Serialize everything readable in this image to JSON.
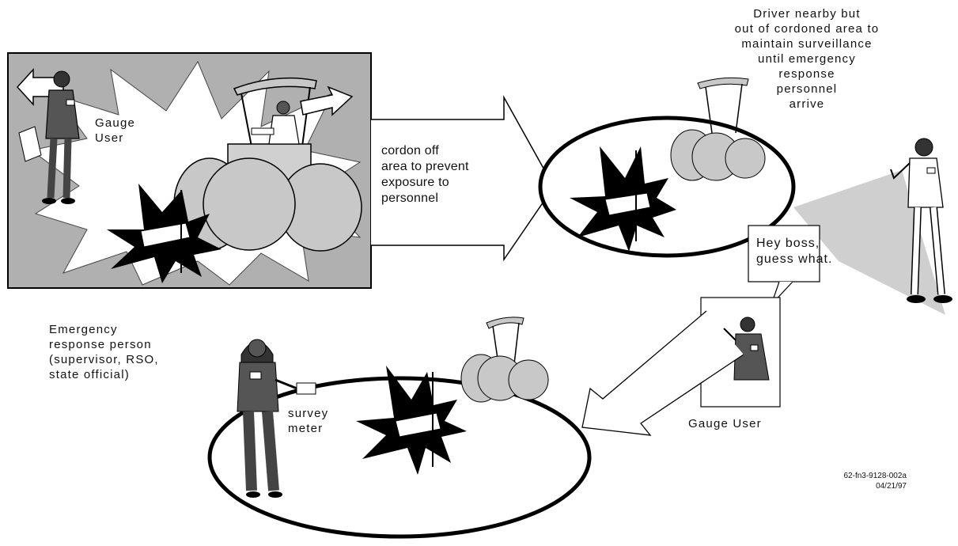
{
  "labels": {
    "gauge_user_top": [
      "Gauge",
      "User"
    ],
    "cordon_note": [
      "cordon off",
      "area to prevent",
      "exposure to",
      "personnel"
    ],
    "driver_note": [
      "Driver nearby but",
      "out of cordoned area to",
      "maintain surveillance",
      "until emergency",
      "response",
      "personnel",
      "arrive"
    ],
    "speech_bubble": [
      "Hey boss,",
      "guess what."
    ],
    "gauge_user_bottom": "Gauge User",
    "emergency_person": [
      "Emergency",
      "response person",
      "(supervisor, RSO,",
      "state official)"
    ],
    "survey_meter": [
      "survey",
      "meter"
    ],
    "doc_code": [
      "62-fn3-9128-002a",
      "04/21/97"
    ]
  },
  "colors": {
    "panel_gray": "#b0b0b0",
    "machine_gray": "#c8c8c8",
    "figure_dark": "#555555",
    "outline": "#000000",
    "burst_black": "#000000"
  }
}
